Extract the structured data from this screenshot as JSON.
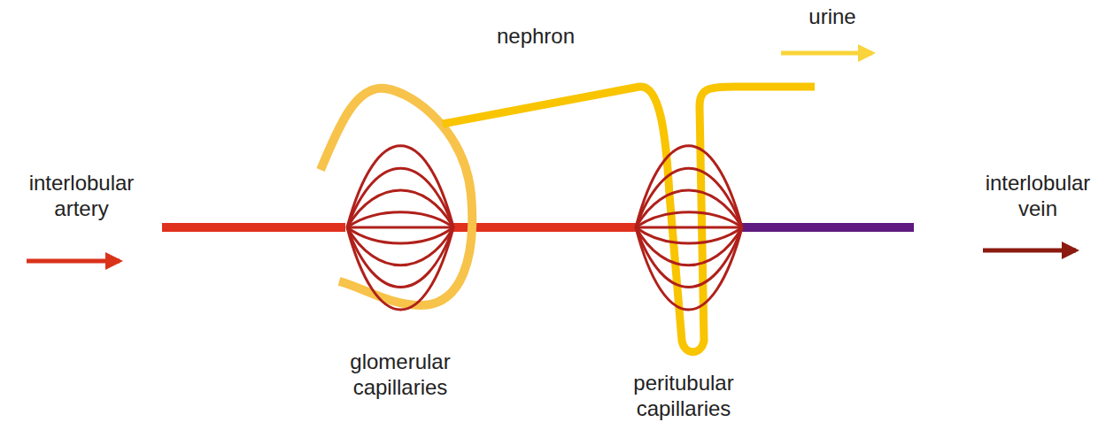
{
  "diagram": {
    "labels": [
      "urine",
      "nephron",
      "interlobular artery",
      "interlobular vein",
      "glomerular capillaries",
      "peritubular capillaries"
    ]
  }
}
